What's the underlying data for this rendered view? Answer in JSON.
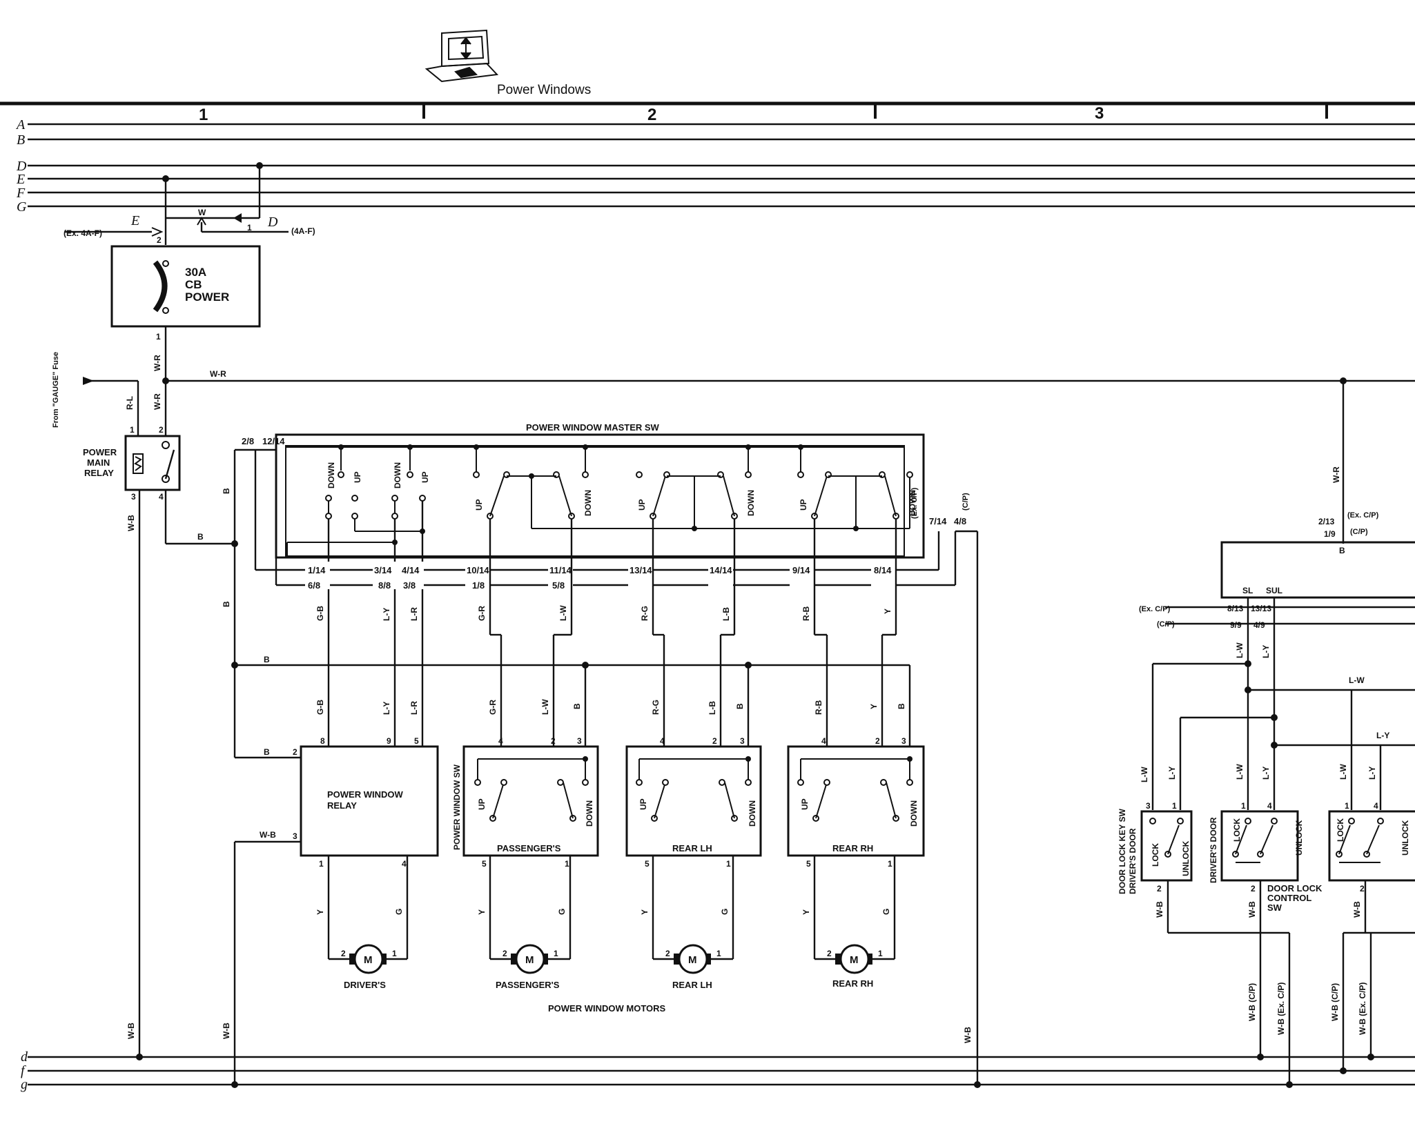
{
  "title": "Power Windows",
  "grid": {
    "col1": "1",
    "col2": "2",
    "col3": "3"
  },
  "bus_top": [
    "A",
    "B",
    "D",
    "E",
    "F",
    "G"
  ],
  "bus_bottom": [
    "d",
    "f",
    "g"
  ],
  "top_feed": {
    "e": "E",
    "d": "D",
    "w": "W",
    "pin1": "1",
    "pin2": "2",
    "ex4af": "(Ex. 4A-F)",
    "c4af": "(4A-F)"
  },
  "cb": {
    "l1": "30A",
    "l2": "CB",
    "l3": "POWER",
    "pin1": "1"
  },
  "gauge": "From \"GAUGE\" Fuse",
  "wires": {
    "wr": "W-R",
    "rl": "R-L",
    "wb": "W-B",
    "b": "B",
    "gb": "G-B",
    "ly": "L-Y",
    "lr": "L-R",
    "gr": "G-R",
    "lw": "L-W",
    "rg": "R-G",
    "lb": "L-B",
    "rb": "R-B",
    "y": "Y",
    "g": "G"
  },
  "main_relay": {
    "l1": "POWER",
    "l2": "MAIN",
    "l3": "RELAY",
    "p1": "1",
    "p2": "2",
    "p3": "3",
    "p4": "4"
  },
  "master": {
    "label": "POWER WINDOW MASTER SW",
    "up": "UP",
    "down": "DOWN",
    "exc": "(Ex. C/P)",
    "cp": "(C/P)",
    "pins_top": [
      "2/8",
      "12/14"
    ],
    "pins_right": [
      "7/14",
      "4/8"
    ],
    "pins_14": [
      "1/14",
      "3/14",
      "4/14",
      "10/14",
      "11/14",
      "13/14",
      "14/14",
      "9/14",
      "8/14"
    ],
    "pins_8": [
      "6/8",
      "8/8",
      "3/8",
      "1/8",
      "5/8"
    ]
  },
  "pw_relay": {
    "l1": "POWER WINDOW",
    "l2": "RELAY",
    "p2": "2",
    "p3": "3",
    "p8": "8",
    "p9": "9",
    "p5": "5",
    "p1": "1",
    "p4": "4"
  },
  "pwsw_label": "POWER WINDOW SW",
  "sub_switches": [
    "PASSENGER'S",
    "REAR LH",
    "REAR RH"
  ],
  "sw_pins": {
    "p4": "4",
    "p2": "2",
    "p3": "3",
    "p5": "5",
    "p1": "1"
  },
  "motors": {
    "m": "M",
    "names": [
      "DRIVER'S",
      "PASSENGER'S",
      "REAR LH",
      "REAR RH"
    ],
    "p1": "1",
    "p2": "2",
    "caption": "POWER WINDOW MOTORS"
  },
  "door": {
    "exc": "(Ex. C/P)",
    "cp": "(C/P)",
    "pin_top_a": "2/13",
    "pin_top_b": "1/9",
    "b": "B",
    "sl": "SL",
    "sul": "SUL",
    "pins_a": [
      "8/13",
      "13/13"
    ],
    "pins_b": [
      "9/9",
      "4/9"
    ],
    "key_sw": [
      "DOOR LOCK KEY SW",
      "DRIVER'S DOOR"
    ],
    "drv_door": "DRIVER'S DOOR",
    "lock": "LOCK",
    "unlock": "UNLOCK",
    "ctrl": [
      "DOOR LOCK",
      "CONTROL",
      "SW"
    ],
    "wb_cp": "W-B (C/P)",
    "wb_excp": "W-B (Ex. C/P)",
    "p1": "1",
    "p2": "2",
    "p3": "3",
    "p4": "4"
  }
}
